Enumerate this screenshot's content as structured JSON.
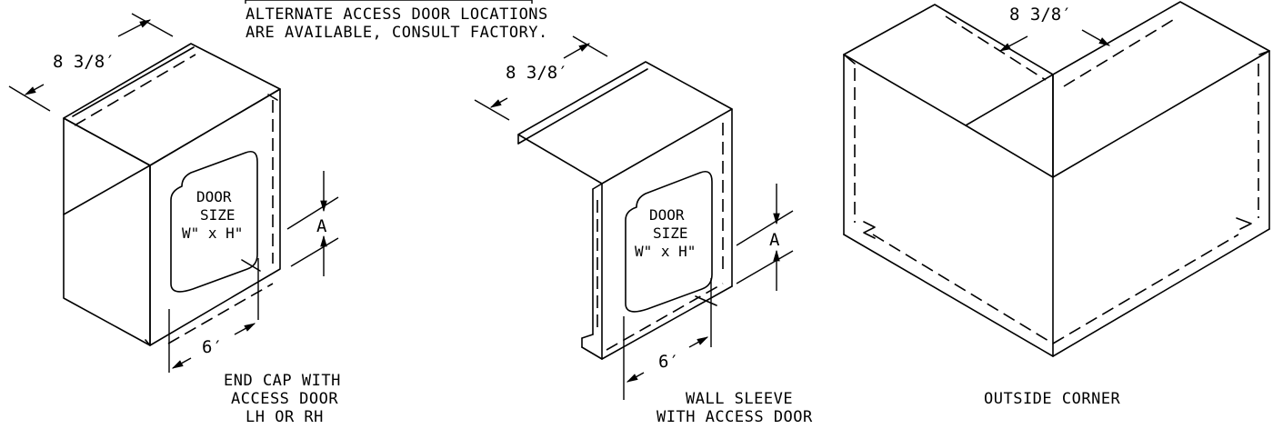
{
  "note": {
    "line1": "ALTERNATE ACCESS DOOR LOCATIONS",
    "line2": "ARE AVAILABLE, CONSULT FACTORY."
  },
  "end_cap": {
    "dim_depth": "8 3/8′",
    "door_line1": "DOOR",
    "door_line2": "SIZE",
    "door_line3": "W\" x H\"",
    "dim_a": "A",
    "dim_offset": "6′",
    "caption_line1": "END CAP WITH",
    "caption_line2": "ACCESS DOOR",
    "caption_line3": "LH OR RH"
  },
  "wall_sleeve": {
    "dim_depth": "8 3/8′",
    "door_line1": "DOOR",
    "door_line2": "SIZE",
    "door_line3": "W\" x H\"",
    "dim_a": "A",
    "dim_offset": "6′",
    "caption_line1": "WALL SLEEVE",
    "caption_line2": "WITH ACCESS DOOR"
  },
  "outside_corner": {
    "dim_depth": "8 3/8′",
    "caption": "OUTSIDE CORNER"
  }
}
